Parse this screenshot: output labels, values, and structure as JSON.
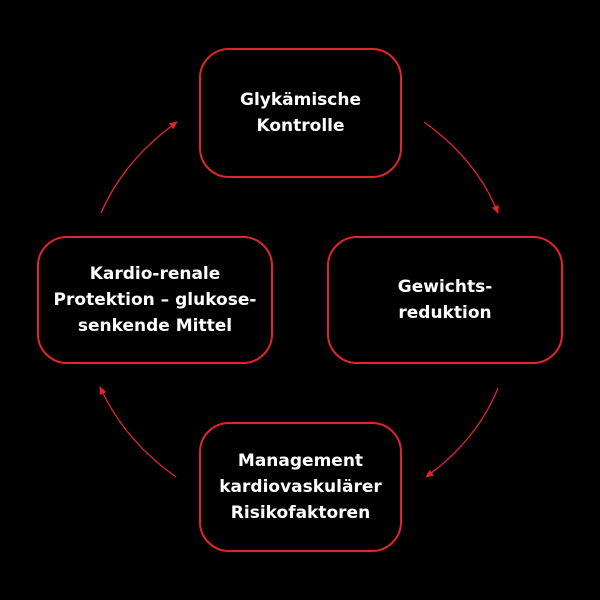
{
  "diagram": {
    "accent_color": "#e0262a",
    "background_color": "#000000",
    "text_color": "#ffffff",
    "nodes": {
      "top": {
        "label": "Glykämische\nKontrolle"
      },
      "right": {
        "label": "Gewichts-\nreduktion"
      },
      "bottom": {
        "label": "Management\nkardiovaskulärer\nRisikofaktoren"
      },
      "left": {
        "label": "Kardio-renale\nProtektion – glukose-\nsenkende Mittel"
      }
    },
    "cycle_direction": "clockwise"
  }
}
